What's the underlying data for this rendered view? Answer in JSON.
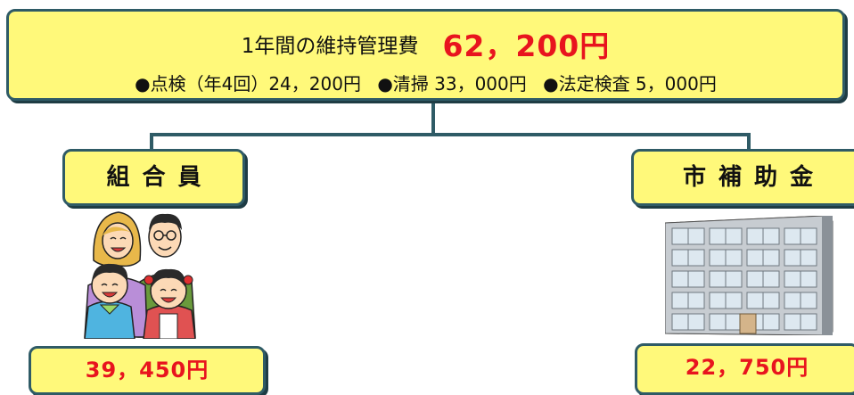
{
  "header": {
    "title": "1年間の維持管理費",
    "total": "62，200円",
    "breakdown": [
      "●点検（年4回）24，200円",
      "●清掃 33，000円",
      "●法定検査 5，000円"
    ]
  },
  "left_branch": {
    "label": "組合員",
    "amount": "39，450円",
    "illustration": "family-illustration"
  },
  "right_branch": {
    "label": "市補助金",
    "amount": "22，750円",
    "illustration": "building-illustration"
  },
  "colors": {
    "box_fill": "#fff97a",
    "box_border": "#2f5b66",
    "amount_text": "#e8141e",
    "connector": "#2f5b66"
  }
}
